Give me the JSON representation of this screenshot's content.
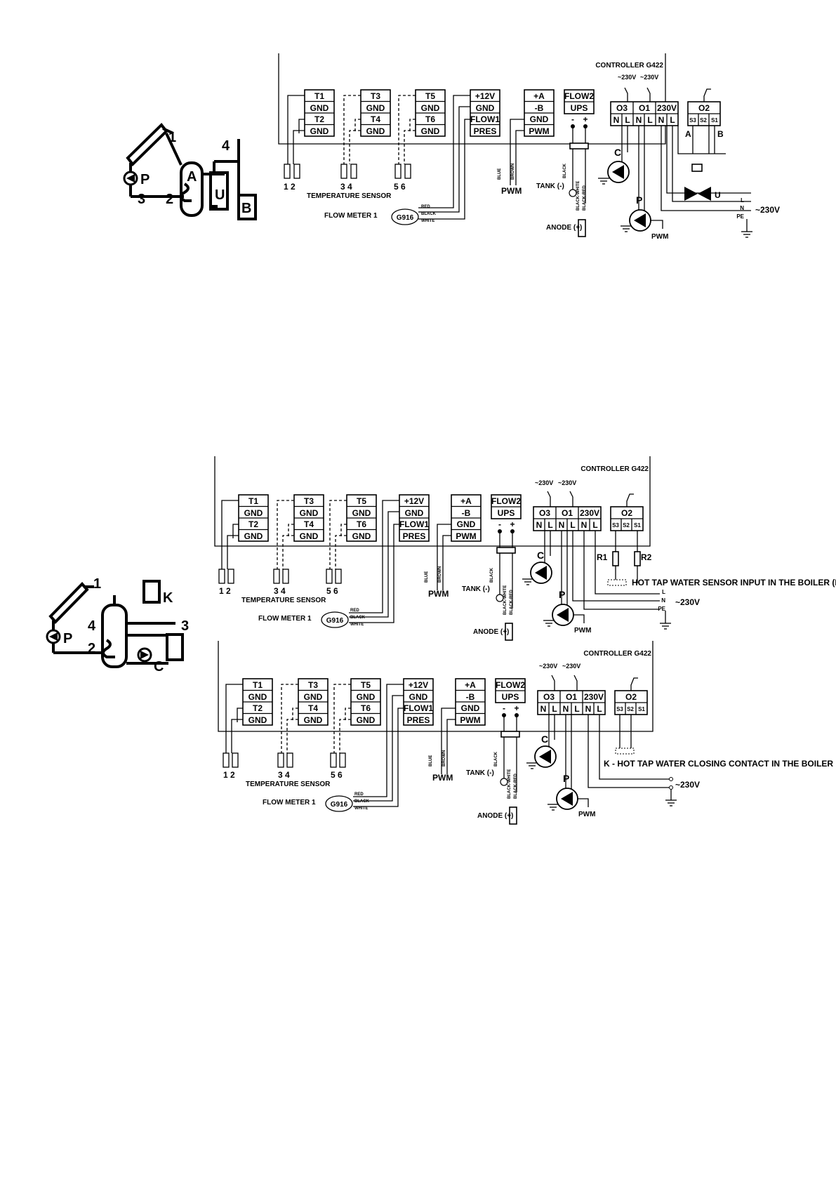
{
  "diagrams": [
    {
      "controller": "CONTROLLER G422",
      "blocks": {
        "t12": [
          "T1",
          "GND",
          "T2",
          "GND"
        ],
        "t34": [
          "T3",
          "GND",
          "T4",
          "GND"
        ],
        "t56": [
          "T5",
          "GND",
          "T6",
          "GND"
        ],
        "flow1": [
          "+12V",
          "GND",
          "FLOW1",
          "PRES"
        ],
        "ab": [
          "+A",
          "-B",
          "GND",
          "PWM"
        ],
        "flow2": [
          "FLOW2",
          "UPS"
        ]
      },
      "relay_headers": [
        "O3",
        "O1",
        "230V",
        "O2"
      ],
      "relay_pins": [
        "N",
        "L",
        "N",
        "L",
        "N",
        "L"
      ],
      "o2_pins": [
        "S3",
        "S2",
        "S1"
      ],
      "supply_labels": [
        "~230V",
        "~230V"
      ],
      "polarity": [
        "-",
        "+"
      ],
      "sensor_numbers": [
        "1 2",
        "3 4",
        "5 6"
      ],
      "temperature_sensor": "TEMPERATURE SENSOR",
      "flow_meter": "FLOW METER 1",
      "g916": "G916",
      "g916_wires": [
        "RED",
        "BLACK",
        "WHITE"
      ],
      "pwm_wires": [
        "BLUE",
        "BROWN"
      ],
      "pwm": "PWM",
      "tank": "TANK (-)",
      "tank_wires": [
        "BLACK",
        "BLACK-WHITE",
        "BLACK-RED"
      ],
      "anode": "ANODE (+)",
      "pump_c": "C",
      "pump_p": "P",
      "pump_pwm": "PWM",
      "mains": [
        "L",
        "N",
        "PE"
      ],
      "mains_label": "~230V",
      "valve_label": "U",
      "valve_ports": [
        "A",
        "B"
      ],
      "scheme": {
        "labels": [
          "1",
          "4",
          "3",
          "2",
          "P",
          "A",
          "U",
          "B"
        ]
      }
    },
    {
      "controller": "CONTROLLER G422",
      "blocks": {
        "t12": [
          "T1",
          "GND",
          "T2",
          "GND"
        ],
        "t34": [
          "T3",
          "GND",
          "T4",
          "GND"
        ],
        "t56": [
          "T5",
          "GND",
          "T6",
          "GND"
        ],
        "flow1": [
          "+12V",
          "GND",
          "FLOW1",
          "PRES"
        ],
        "ab": [
          "+A",
          "-B",
          "GND",
          "PWM"
        ],
        "flow2": [
          "FLOW2",
          "UPS"
        ]
      },
      "relay_headers": [
        "O3",
        "O1",
        "230V",
        "O2"
      ],
      "relay_pins": [
        "N",
        "L",
        "N",
        "L",
        "N",
        "L"
      ],
      "o2_pins": [
        "S3",
        "S2",
        "S1"
      ],
      "supply_labels": [
        "~230V",
        "~230V"
      ],
      "polarity": [
        "-",
        "+"
      ],
      "sensor_numbers": [
        "1 2",
        "3 4",
        "5 6"
      ],
      "temperature_sensor": "TEMPERATURE SENSOR",
      "flow_meter": "FLOW METER 1",
      "g916": "G916",
      "g916_wires": [
        "RED",
        "BLACK",
        "WHITE"
      ],
      "pwm_wires": [
        "BLUE",
        "BROWN"
      ],
      "pwm": "PWM",
      "tank": "TANK (-)",
      "tank_wires": [
        "BLACK",
        "BLACK-WHITE",
        "BLACK-RED"
      ],
      "anode": "ANODE (+)",
      "pump_c": "C",
      "pump_p": "P",
      "pump_pwm": "PWM",
      "mains": [
        "L",
        "N",
        "PE"
      ],
      "mains_label": "~230V",
      "resistors": [
        "R1",
        "R2"
      ],
      "note": "HOT TAP WATER SENSOR INPUT IN THE BOILER (K)",
      "scheme": {
        "labels": [
          "1",
          "4",
          "K",
          "3",
          "2",
          "P",
          "C"
        ]
      }
    },
    {
      "controller": "CONTROLLER G422",
      "blocks": {
        "t12": [
          "T1",
          "GND",
          "T2",
          "GND"
        ],
        "t34": [
          "T3",
          "GND",
          "T4",
          "GND"
        ],
        "t56": [
          "T5",
          "GND",
          "T6",
          "GND"
        ],
        "flow1": [
          "+12V",
          "GND",
          "FLOW1",
          "PRES"
        ],
        "ab": [
          "+A",
          "-B",
          "GND",
          "PWM"
        ],
        "flow2": [
          "FLOW2",
          "UPS"
        ]
      },
      "relay_headers": [
        "O3",
        "O1",
        "230V",
        "O2"
      ],
      "relay_pins": [
        "N",
        "L",
        "N",
        "L",
        "N",
        "L"
      ],
      "o2_pins": [
        "S3",
        "S2",
        "S1"
      ],
      "supply_labels": [
        "~230V",
        "~230V"
      ],
      "polarity": [
        "-",
        "+"
      ],
      "sensor_numbers": [
        "1 2",
        "3 4",
        "5 6"
      ],
      "temperature_sensor": "TEMPERATURE SENSOR",
      "flow_meter": "FLOW METER 1",
      "g916": "G916",
      "g916_wires": [
        "RED",
        "BLACK",
        "WHITE"
      ],
      "pwm_wires": [
        "BLUE",
        "BROWN"
      ],
      "pwm": "PWM",
      "tank": "TANK (-)",
      "tank_wires": [
        "BLACK",
        "BLACK-WHITE",
        "BLACK-RED"
      ],
      "anode": "ANODE (+)",
      "pump_c": "C",
      "pump_p": "P",
      "pump_pwm": "PWM",
      "mains_label": "~230V",
      "note": "K - HOT TAP WATER CLOSING CONTACT IN THE BOILER"
    }
  ]
}
